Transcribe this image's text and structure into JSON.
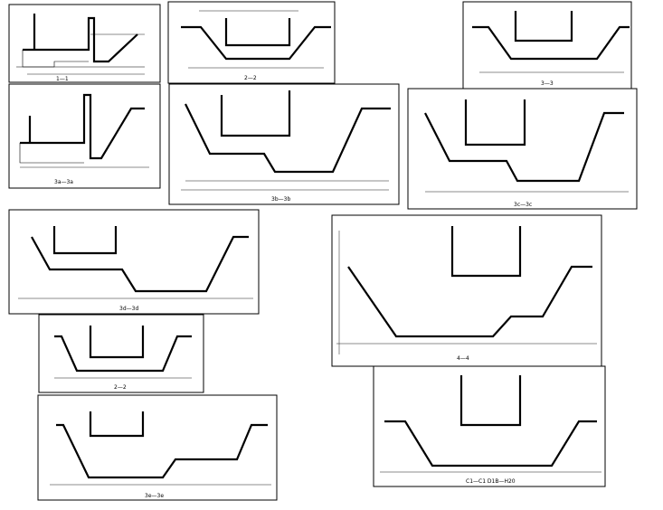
{
  "sheet": {
    "background": "#ffffff",
    "ink": "#000000"
  },
  "sections": [
    {
      "id": "p1",
      "label": "1—1"
    },
    {
      "id": "p2",
      "label": "2—2"
    },
    {
      "id": "p3",
      "label": "3—3"
    },
    {
      "id": "p4",
      "label": "3a—3a"
    },
    {
      "id": "p5",
      "label": "3b—3b"
    },
    {
      "id": "p6",
      "label": "3c—3c"
    },
    {
      "id": "p7",
      "label": "3d—3d"
    },
    {
      "id": "p8",
      "label": "4—4"
    },
    {
      "id": "p9",
      "label": "2—2"
    },
    {
      "id": "p10",
      "label": "3e—3e"
    },
    {
      "id": "p11",
      "label": "C1—C1 D1B—H20"
    }
  ]
}
